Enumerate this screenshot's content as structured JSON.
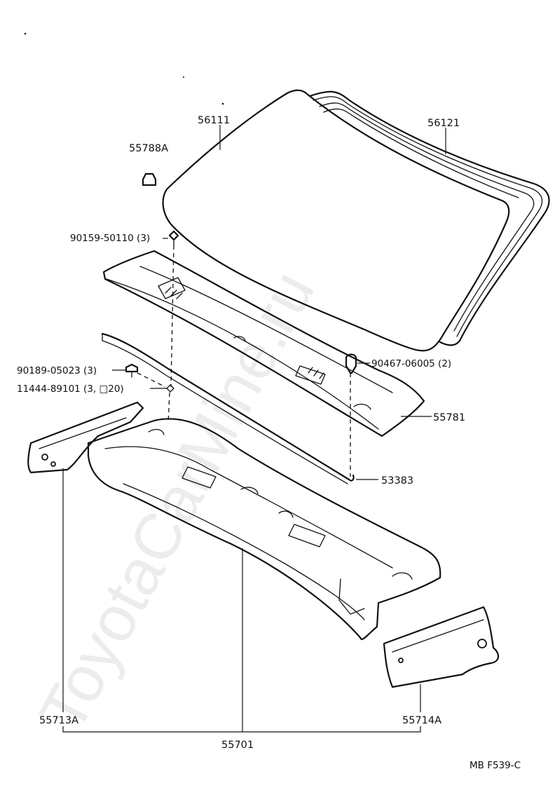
{
  "watermark": "ToyotaCarMine.ru",
  "diagram_code": "MB F539-C",
  "labels": {
    "windshield_glass": "56111",
    "windshield_moulding": "56121",
    "clip": "55788A",
    "screw_90159": "90159-50110 (3)",
    "screw_90189": "90189-05023 (3)",
    "washer_11444": "11444-89101 (3, □20)",
    "clip_90467": "90467-06005 (2)",
    "cowl_louver": "55781",
    "seal": "53383",
    "cowl_side_left": "55713A",
    "cowl_side_right": "55714A",
    "cowl_panel": "55701"
  },
  "icons": [
    "screw-icon",
    "clip-icon",
    "washer-icon"
  ]
}
